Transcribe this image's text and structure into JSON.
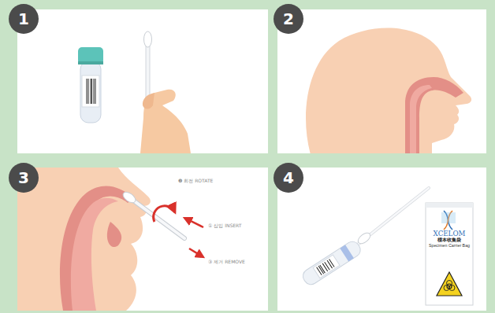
{
  "diagram": {
    "nodes": [
      {
        "text": [
          "1"
        ]
      },
      {
        "text": [
          "2"
        ]
      },
      {
        "text": [
          "3"
        ]
      },
      {
        "text": [
          "4"
        ]
      },
      {
        "text": [
          "XCELOM",
          "標本收集袋",
          "Specimen Carrier Bag"
        ]
      }
    ],
    "labels": [
      "❷ 회전 ROTATE",
      "① 삽입 INSERT",
      "③ 제거 REMOVE"
    ]
  }
}
